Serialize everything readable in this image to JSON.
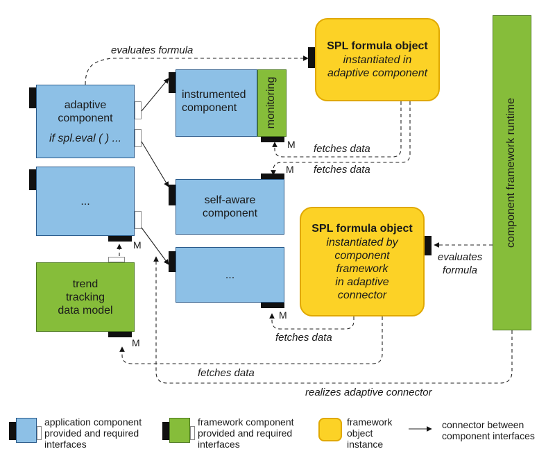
{
  "components": {
    "adaptive": {
      "line1": "adaptive",
      "line2": "component",
      "line3": "if spl.eval ( ) ..."
    },
    "instrumented": {
      "line1": "instrumented",
      "line2": "component",
      "monitoring": "monitoring"
    },
    "app_ellipsis_left": {
      "text": "..."
    },
    "self_aware": {
      "line1": "self-aware",
      "line2": "component"
    },
    "app_ellipsis_mid": {
      "text": "..."
    },
    "trend": {
      "line1": "trend",
      "line2": "tracking",
      "line3": "data model"
    },
    "runtime": {
      "text": "component framework runtime"
    }
  },
  "objects": {
    "spl_top": {
      "title": "SPL formula object",
      "line1": "instantiated in",
      "line2": "adaptive component"
    },
    "spl_mid": {
      "title": "SPL formula object",
      "line1": "instantiated by",
      "line2": "component",
      "line3": "framework",
      "line4": "in adaptive",
      "line5": "connector"
    }
  },
  "labels": {
    "evaluates_formula_top": "evaluates formula",
    "fetches_data_1": "fetches data",
    "fetches_data_2": "fetches data",
    "evaluates_right_1": "evaluates",
    "evaluates_right_2": "formula",
    "fetches_data_3": "fetches data",
    "fetches_data_4": "fetches data",
    "realizes": "realizes adaptive connector"
  },
  "markers": {
    "m": "M"
  },
  "legend": {
    "app": {
      "line1": "application component",
      "line2": "provided and required",
      "line3": "interfaces"
    },
    "fw": {
      "line1": "framework component",
      "line2": "provided and required",
      "line3": "interfaces"
    },
    "obj": {
      "line1": "framework",
      "line2": "object",
      "line3": "instance"
    },
    "conn": {
      "line1": "connector between",
      "line2": "component interfaces"
    }
  },
  "colors": {
    "application_component": "#8dc0e6",
    "framework_component": "#86bd3a",
    "framework_object": "#fcd226",
    "port": "#111111"
  }
}
